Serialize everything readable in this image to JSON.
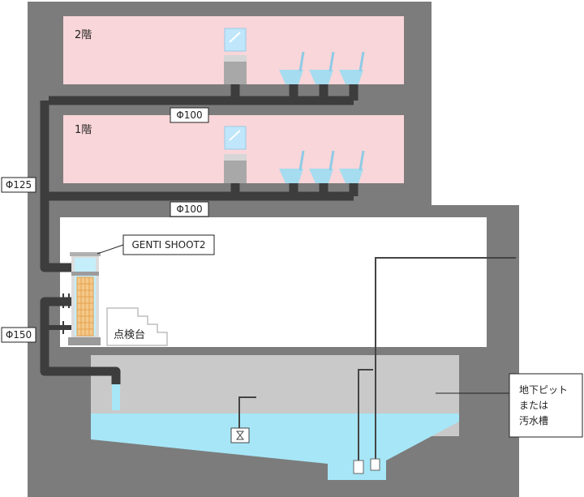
{
  "floors": {
    "second": "2階",
    "first": "1階"
  },
  "pipes": {
    "floor2_branch": "Φ100",
    "floor1_branch": "Φ100",
    "riser": "Φ125",
    "outlet": "Φ150"
  },
  "device": {
    "name": "GENTI SHOOT2"
  },
  "inspection": {
    "label": "点検台"
  },
  "pit": {
    "line1": "地下ピット",
    "line2": "または",
    "line3": "汚水槽"
  },
  "colors": {
    "building": "#7c7c7c",
    "floor_fill": "#f9d6d9",
    "pipe": "#3d3d3d",
    "water": "#a6e6f7",
    "pit": "#c9c9c9"
  }
}
